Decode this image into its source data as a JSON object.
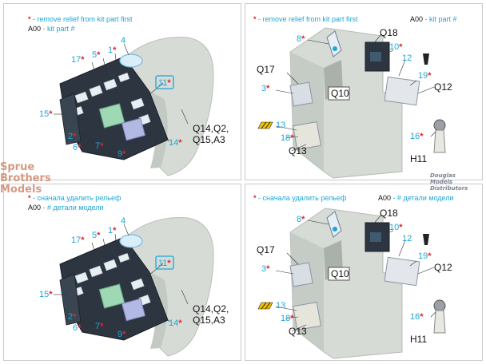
{
  "panels": [
    {
      "lang": "en",
      "legend_line1": "- remove relief from kit part first",
      "legend_line2_code": "A00",
      "legend_line2_text": "- kit part #",
      "labels": {
        "n17": "17",
        "n5": "5",
        "n1": "1",
        "n4": "4",
        "n11": "11",
        "n15": "15",
        "n2": "2",
        "n6": "6",
        "n7": "7",
        "n9": "9",
        "n14": "14",
        "q14a": "Q14,Q2,",
        "q14b": "Q15,A3"
      }
    },
    {
      "lang": "en",
      "legend_line1": "- remove relief from kit part first",
      "legend_line2_code": "A00",
      "legend_line2_text": "- kit part #",
      "labels": {
        "n8": "8",
        "q18": "Q18",
        "n10": "10",
        "q17": "Q17",
        "n12": "12",
        "n3": "3",
        "n19": "19",
        "q10": "Q10",
        "q12": "Q12",
        "n13": "13",
        "n18": "18",
        "q13": "Q13",
        "n16": "16",
        "h11": "H11"
      }
    },
    {
      "lang": "ru",
      "legend_line1": "- сначала удалить рельеф",
      "legend_line2_code": "A00",
      "legend_line2_text": "- # детали модели",
      "labels": {
        "n17": "17",
        "n5": "5",
        "n1": "1",
        "n4": "4",
        "n11": "11",
        "n15": "15",
        "n2": "2",
        "n6": "6",
        "n7": "7",
        "n9": "9",
        "n14": "14",
        "q14a": "Q14,Q2,",
        "q14b": "Q15,A3"
      }
    },
    {
      "lang": "ru",
      "legend_line1": "- сначала удалить рельеф",
      "legend_line2_code": "A00",
      "legend_line2_text": "- # детали модели",
      "labels": {
        "n8": "8",
        "q18": "Q18",
        "n10": "10",
        "q17": "Q17",
        "n12": "12",
        "n3": "3",
        "n19": "19",
        "q10": "Q10",
        "q12": "Q12",
        "n13": "13",
        "n18": "18",
        "q13": "Q13",
        "n16": "16",
        "h11": "H11"
      }
    }
  ],
  "watermark": {
    "left_line1": "Sprue",
    "left_line2": "Brothers",
    "left_line3": "Models",
    "right_line1": "Douglas",
    "right_line2": "Models",
    "right_line3": "Distributors"
  },
  "colors": {
    "cyan": "#1ea6d6",
    "red": "#e0242b",
    "shroud": "#d6dbd6",
    "panel_dark": "#2c3540"
  }
}
